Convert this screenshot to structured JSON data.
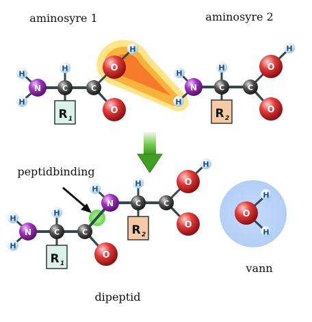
{
  "labels": {
    "amino1": "aminosyre 1",
    "amino2": "aminosyre 2",
    "peptide_bond": "peptidbinding",
    "water": "vann",
    "dipeptide": "dipeptid"
  },
  "atoms": {
    "H": "H",
    "N": "N",
    "C": "C",
    "O": "O"
  },
  "groups": {
    "r1": "R",
    "r1_sub": "1",
    "r2": "R",
    "r2_sub": "2"
  },
  "colors": {
    "nitrogen": "#9b2fb0",
    "carbon": "#4a4a4a",
    "oxygen": "#d42a2a",
    "hydrogen": "#cfe6fb",
    "r1_box": "#d9f2ea",
    "r2_box": "#f7c9a5",
    "reaction_glow": "#f7a531",
    "arrow": "#4db52e",
    "peptide_bond_glow": "#7ee36a",
    "water_glow": "#bcd6f8"
  }
}
